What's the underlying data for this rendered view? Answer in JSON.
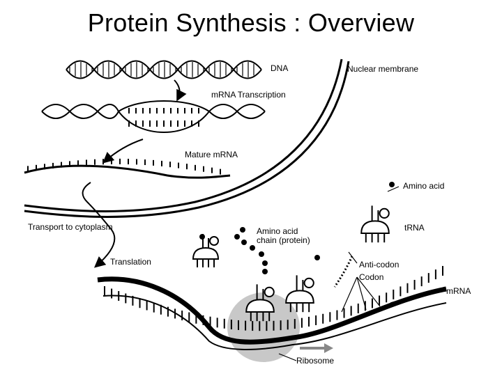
{
  "slide": {
    "title": "Protein Synthesis : Overview"
  },
  "diagram": {
    "labels": {
      "dna": "DNA",
      "nuclear_membrane": "Nuclear membrane",
      "mrna_transcription": "mRNA Transcription",
      "mature_mrna": "Mature mRNA",
      "transport": "Transport to cytoplasm",
      "translation": "Translation",
      "amino_acid": "Amino acid",
      "amino_acid_chain_1": "Amino acid",
      "amino_acid_chain_2": "chain (protein)",
      "trna": "tRNA",
      "anticodon": "Anti-codon",
      "codon": "Codon",
      "mrna": "mRNA",
      "ribosome": "Ribosome"
    },
    "colors": {
      "ink": "#000000",
      "ribosome": "#c8c8c8"
    }
  }
}
